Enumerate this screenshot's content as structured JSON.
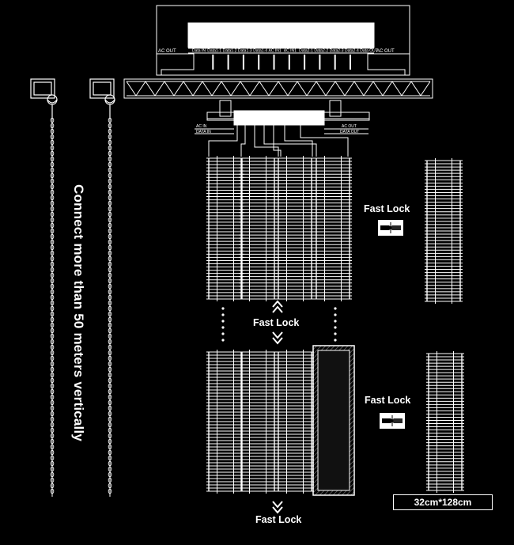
{
  "texts": {
    "vertical_label": "Connect more than 50 meters vertically",
    "fast_lock_right_top": "Fast Lock",
    "fast_lock_middle": "Fast Lock",
    "fast_lock_right_bottom": "Fast Lock",
    "fast_lock_bottom": "Fast Lock",
    "module_size": "32cm*128cm",
    "ac_out_left": "AC OUT",
    "ac_out_right": "AC OUT",
    "ac_in": "AC IN",
    "data_in": "DATA IN",
    "ac_out_small": "AC OUT",
    "data_out": "DATA OUT"
  },
  "box_ports": [
    "Data IN",
    "Data1-1",
    "Data1-2",
    "Data1-3",
    "Data1-4",
    "AC IN1",
    "AC IN1",
    "Data2-1",
    "Data2-2",
    "Data2-3",
    "Data2-4",
    "Data OUT"
  ],
  "colors": {
    "background": "#000000",
    "line": "#ffffff",
    "hatch": "#555555"
  }
}
